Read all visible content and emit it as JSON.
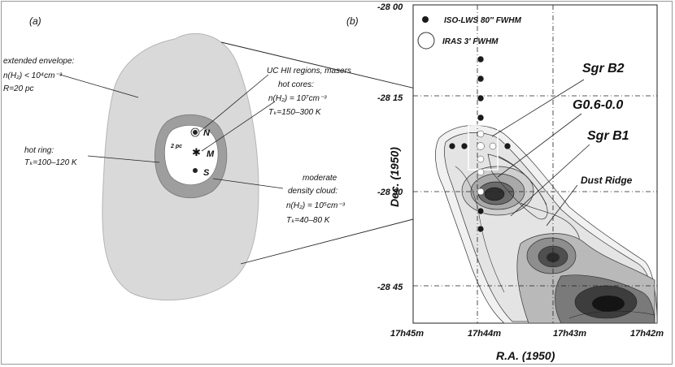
{
  "panel_a": {
    "label": "(a)",
    "envelope": {
      "line1": "extended envelope:",
      "line2": "n(H₂) < 10⁴cm⁻³",
      "line3": "R=20 pc"
    },
    "hot_ring": {
      "line1": "hot ring:",
      "line2": "Tₖ=100–120 K"
    },
    "uc_hii": {
      "line1": "UC HII regions, masers"
    },
    "hot_cores": {
      "line1": "hot cores:",
      "line2": "n(H₂) = 10⁷cm⁻³",
      "line3": "Tₖ=150–300 K"
    },
    "moderate": {
      "line1": "moderate",
      "line2": "density cloud:",
      "line3": "n(H₂) = 10⁵cm⁻³",
      "line4": "Tₖ=40–80 K"
    },
    "scale": "2 pc",
    "cores": {
      "n": "N",
      "m": "M",
      "s": "S"
    }
  },
  "panel_b": {
    "label": "(b)",
    "legend_iso": "ISO-LWS  80″ FWHM",
    "legend_iras": "IRAS 3′ FWHM",
    "sources": {
      "sgrb2": "Sgr B2",
      "g06": "G0.6-0.0",
      "sgrb1": "Sgr B1",
      "dust": "Dust Ridge"
    },
    "y_ticks": [
      "-28 00",
      "-28 15",
      "-28 30",
      "-28 45"
    ],
    "x_ticks": [
      "17h45m",
      "17h44m",
      "17h43m",
      "17h42m"
    ],
    "y_axis_label": "Dec. (1950)",
    "x_axis_label": "R.A. (1950)"
  },
  "colors": {
    "envelope": "#d9d9d9",
    "ring": "#9e9e9e",
    "contour": "#222222"
  }
}
